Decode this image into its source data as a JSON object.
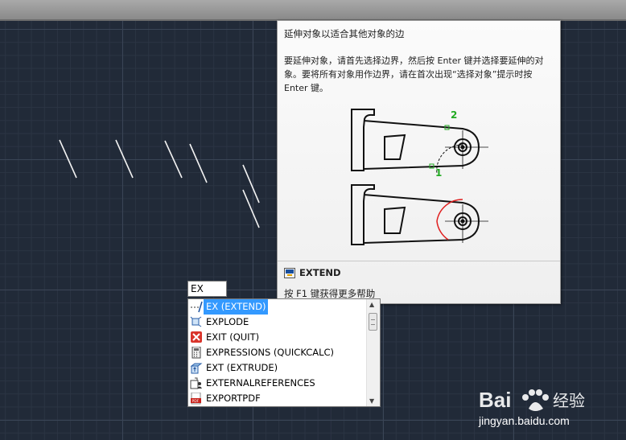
{
  "tooltip": {
    "title": "延伸对象以适合其他对象的边",
    "description": "要延伸对象，请首先选择边界，然后按 Enter 键并选择要延伸的对象。要将所有对象用作边界，请在首次出现“选择对象”提示时按 Enter 键。",
    "illustration_markers": [
      "2",
      "1"
    ],
    "command_icon": "extend-command-icon",
    "command": "EXTEND",
    "help_text": "按 F1 键获得更多帮助"
  },
  "command_line": {
    "value": "EX"
  },
  "autocomplete": {
    "items": [
      {
        "label": "EX (EXTEND)",
        "icon": "extend-icon",
        "selected": true
      },
      {
        "label": "EXPLODE",
        "icon": "explode-icon"
      },
      {
        "label": "EXIT (QUIT)",
        "icon": "exit-icon"
      },
      {
        "label": "EXPRESSIONS (QUICKCALC)",
        "icon": "calculator-icon"
      },
      {
        "label": "EXT (EXTRUDE)",
        "icon": "extrude-icon"
      },
      {
        "label": "EXTERNALREFERENCES",
        "icon": "external-references-icon"
      },
      {
        "label": "EXPORTPDF",
        "icon": "pdf-icon"
      }
    ]
  },
  "watermark": {
    "logo": "Bai 经验",
    "url": "jingyan.baidu.com"
  },
  "colors": {
    "canvas": "#212a38",
    "selection": "#3399ff",
    "marker_green": "#22aa22",
    "arc_red": "#e02020"
  }
}
